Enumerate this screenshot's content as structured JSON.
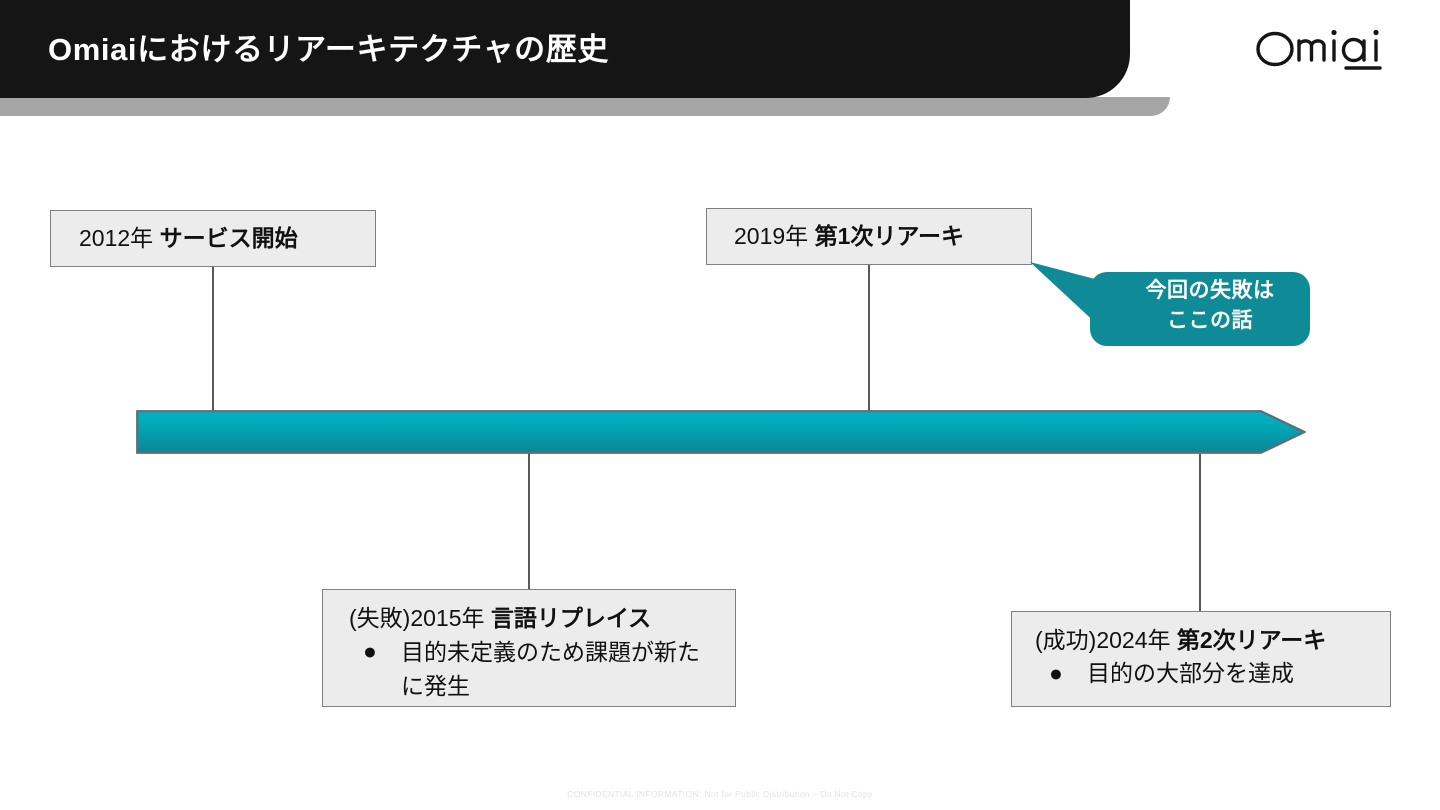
{
  "header": {
    "title": "Omiaiにおけるリアーキテクチャの歴史",
    "logo_text": "Omiai",
    "bar_color": "#151515",
    "shadow_color": "#a6a6a6",
    "title_color": "#ffffff"
  },
  "timeline": {
    "accent_color": "#029db0",
    "accent_color_dark": "#0c8793",
    "border_color": "#5f6f74",
    "direction": "left-to-right"
  },
  "events": [
    {
      "id": "2012",
      "year": "2012年",
      "name": "サービス開始",
      "position": "above",
      "bullets": []
    },
    {
      "id": "2015",
      "year": "(失敗)2015年",
      "name": "言語リプレイス",
      "position": "below",
      "bullets": [
        "目的未定義のため課題が新たに発生"
      ],
      "bullet_marker": "●"
    },
    {
      "id": "2019",
      "year": "2019年",
      "name": "第1次リアーキ",
      "position": "above",
      "bullets": []
    },
    {
      "id": "2024",
      "year": "(成功)2024年",
      "name": "第2次リアーキ",
      "position": "below",
      "bullets": [
        "目的の大部分を達成"
      ],
      "bullet_marker": "●"
    }
  ],
  "callout": {
    "line1": "今回の失敗は",
    "line2": "ここの話",
    "fill_color": "#0f8a97",
    "text_color": "#ffffff",
    "points_to": "2019"
  },
  "footer": {
    "text": "CONFIDENTIAL INFORMATION: Not for Public Distribution – Do Not Copy"
  }
}
